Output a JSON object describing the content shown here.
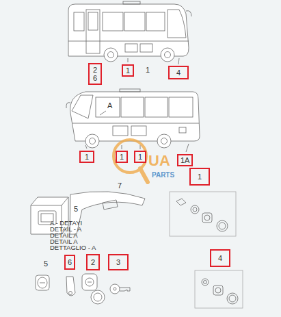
{
  "diagram": {
    "nodes": [
      {
        "text": [
          "2 6"
        ]
      },
      {
        "text": [
          "1"
        ]
      },
      {
        "text": [
          "4"
        ]
      },
      {
        "text": [
          "1"
        ]
      },
      {
        "text": [
          "1"
        ]
      },
      {
        "text": [
          "1"
        ]
      },
      {
        "text": [
          "1A"
        ]
      },
      {
        "text": [
          "1"
        ]
      },
      {
        "text": [
          "4"
        ]
      },
      {
        "text": [
          "6"
        ]
      },
      {
        "text": [
          "2"
        ]
      },
      {
        "text": [
          "3"
        ]
      }
    ],
    "labels": [
      "1",
      "A",
      "UA",
      "PARTS",
      "5",
      "7",
      "A - DETAYI",
      "DETAIL - A",
      "DETAIL A",
      "DETAIL A",
      "DETTAGLIO - A",
      "5"
    ]
  }
}
